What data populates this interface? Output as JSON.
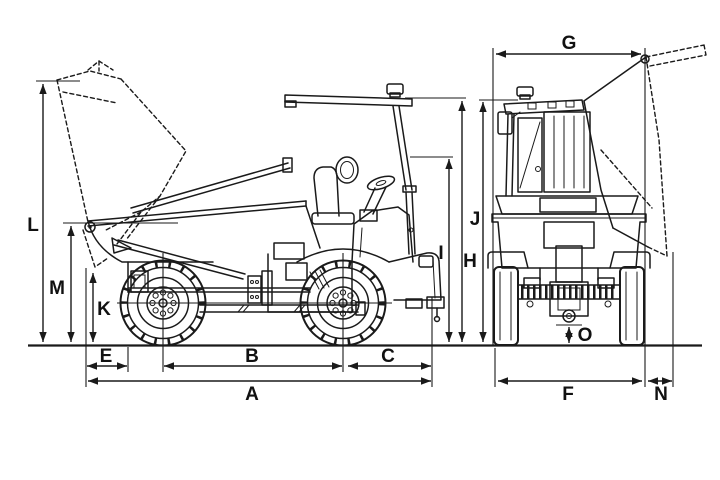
{
  "diagram": {
    "background": "#ffffff",
    "ink": "#1a1a1a",
    "views": [
      {
        "id": "side-view",
        "dimension_letters": [
          "A",
          "B",
          "C",
          "E",
          "H",
          "I",
          "J",
          "K",
          "L",
          "M"
        ]
      },
      {
        "id": "rear-view",
        "dimension_letters": [
          "F",
          "G",
          "N",
          "O"
        ]
      }
    ]
  },
  "labels": {
    "A": "A",
    "B": "B",
    "C": "C",
    "E": "E",
    "F": "F",
    "G": "G",
    "H": "H",
    "I": "I",
    "J": "J",
    "K": "K",
    "L": "L",
    "M": "M",
    "N": "N",
    "O": "O"
  }
}
